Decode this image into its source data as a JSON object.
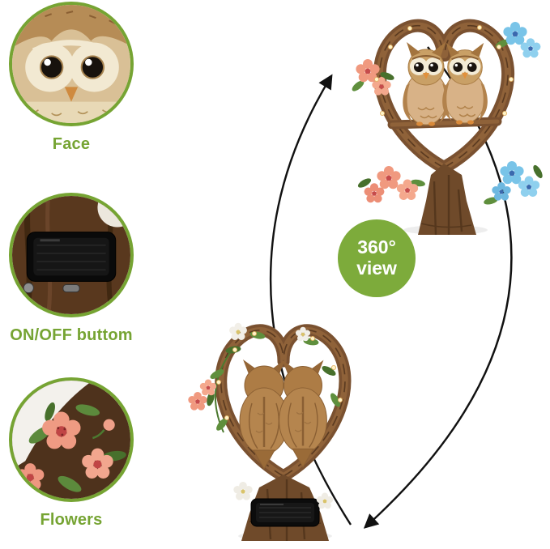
{
  "colors": {
    "accent_green": "#76a433",
    "badge_green": "#7dab3b",
    "arrow_color": "#111111",
    "background": "#ffffff"
  },
  "callouts": [
    {
      "label": "Face",
      "icon": "owl-face-closeup-photo"
    },
    {
      "label": "ON/OFF buttom",
      "icon": "solar-panel-button-closeup-photo"
    },
    {
      "label": "Flowers",
      "icon": "flowers-closeup-photo"
    }
  ],
  "rotation_badge": {
    "line1": "360°",
    "line2": "view"
  },
  "images": {
    "front_view": "owl-statue-front-photo",
    "back_view": "owl-statue-back-photo",
    "arrows": "360-rotation-arrows"
  }
}
